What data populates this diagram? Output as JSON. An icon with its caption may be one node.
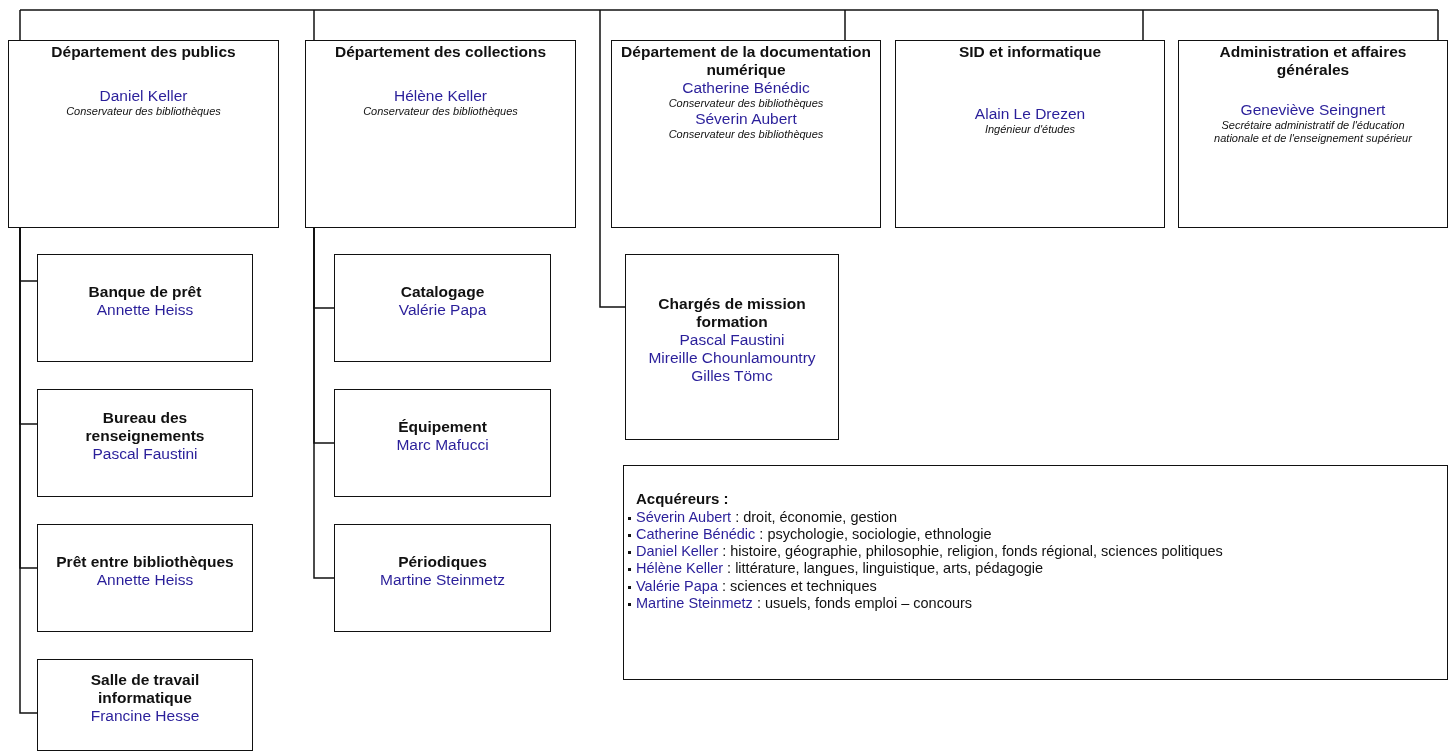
{
  "diagram": {
    "nodes": [
      {
        "text": [
          "Département des publics",
          "Daniel Keller",
          "Conservateur des bibliothèques"
        ]
      },
      {
        "text": [
          "Département des collections",
          "Hélène Keller",
          "Conservateur des bibliothèques"
        ]
      },
      {
        "text": [
          "Département de la documentation numérique",
          "Catherine Bénédic",
          "Conservateur des bibliothèques",
          "Séverin Aubert",
          "Conservateur des bibliothèques"
        ]
      },
      {
        "text": [
          "SID et informatique",
          "Alain Le Drezen",
          "Ingénieur d'études"
        ]
      },
      {
        "text": [
          "Administration et affaires générales",
          "Geneviève Seingnert",
          "Secrétaire administratif de l'éducation nationale et de l'enseignement supérieur"
        ]
      },
      {
        "text": [
          "Banque de prêt",
          "Annette Heiss"
        ]
      },
      {
        "text": [
          "Bureau des renseignements",
          "Pascal Faustini"
        ]
      },
      {
        "text": [
          "Prêt entre bibliothèques",
          "Annette Heiss"
        ]
      },
      {
        "text": [
          "Salle de travail informatique",
          "Francine Hesse"
        ]
      },
      {
        "text": [
          "Catalogage",
          "Valérie Papa"
        ]
      },
      {
        "text": [
          "Équipement",
          "Marc Mafucci"
        ]
      },
      {
        "text": [
          "Périodiques",
          "Martine Steinmetz"
        ]
      },
      {
        "text": [
          "Chargés de mission formation",
          "Pascal Faustini",
          "Mireille Chounlamountry",
          "Gilles Tömc"
        ]
      },
      {
        "text": [
          "Acquéreurs :",
          "Séverin Aubert : droit, économie, gestion",
          "Catherine Bénédic : psychologie, sociologie, ethnologie",
          "Daniel Keller : histoire, géographie, philosophie, religion, fonds régional, sciences politiques",
          "Hélène Keller : littérature, langues, linguistique, arts, pédagogie",
          "Valérie Papa : sciences et techniques",
          "Martine Steinmetz : usuels, fonds emploi – concours"
        ]
      }
    ],
    "edges": [
      {
        "from": null,
        "to": 0,
        "arrow": "none"
      },
      {
        "from": null,
        "to": 1,
        "arrow": "none"
      },
      {
        "from": null,
        "to": 12,
        "arrow": "none"
      },
      {
        "from": null,
        "to": 2,
        "arrow": "none"
      },
      {
        "from": null,
        "to": 3,
        "arrow": "none"
      },
      {
        "from": null,
        "to": 4,
        "arrow": "none"
      },
      {
        "from": 0,
        "to": 5,
        "arrow": "none"
      },
      {
        "from": 0,
        "to": 6,
        "arrow": "none"
      },
      {
        "from": 0,
        "to": 7,
        "arrow": "none"
      },
      {
        "from": 0,
        "to": 8,
        "arrow": "none"
      },
      {
        "from": 1,
        "to": 9,
        "arrow": "none"
      },
      {
        "from": 1,
        "to": 10,
        "arrow": "none"
      },
      {
        "from": 1,
        "to": 11,
        "arrow": "none"
      }
    ]
  }
}
